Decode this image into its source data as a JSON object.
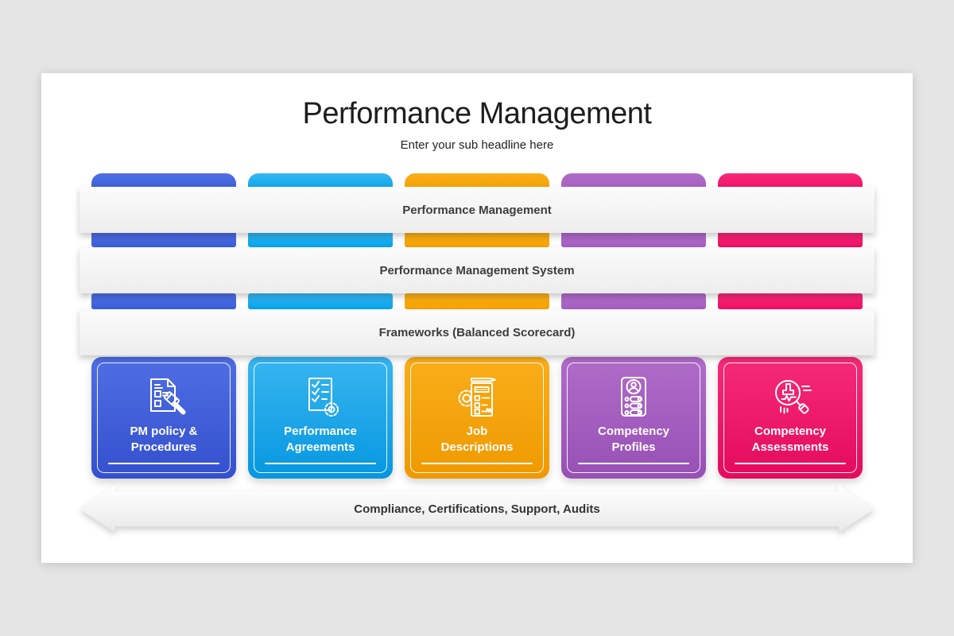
{
  "slide": {
    "title": "Performance Management",
    "subtitle": "Enter your sub headline here"
  },
  "bands": [
    {
      "label": "Performance Management"
    },
    {
      "label": "Performance Management System"
    },
    {
      "label": "Frameworks (Balanced Scorecard)"
    }
  ],
  "columns": [
    {
      "label": "PM policy & Procedures",
      "icon": "document-gavel-icon",
      "colors": {
        "base": "#3b5fd9",
        "top": "#4f6ee3",
        "bottom": "#3450ce"
      }
    },
    {
      "label": "Performance Agreements",
      "icon": "checklist-gear-icon",
      "colors": {
        "base": "#04a4ec",
        "top": "#38b6f1",
        "bottom": "#0697e0"
      }
    },
    {
      "label": "Job Descriptions",
      "icon": "clipboard-gear-pencil-icon",
      "colors": {
        "base": "#f7a200",
        "top": "#f9ae1a",
        "bottom": "#ef9900"
      }
    },
    {
      "label": "Competency Profiles",
      "icon": "profile-resume-icon",
      "colors": {
        "base": "#a55fc2",
        "top": "#b06cc9",
        "bottom": "#9750b4"
      }
    },
    {
      "label": "Competency Assessments",
      "icon": "magnifier-chart-icon",
      "colors": {
        "base": "#f10e67",
        "top": "#f62b77",
        "bottom": "#e40a5c"
      }
    }
  ],
  "footer_arrow": {
    "label": "Compliance, Certifications, Support, Audits"
  }
}
